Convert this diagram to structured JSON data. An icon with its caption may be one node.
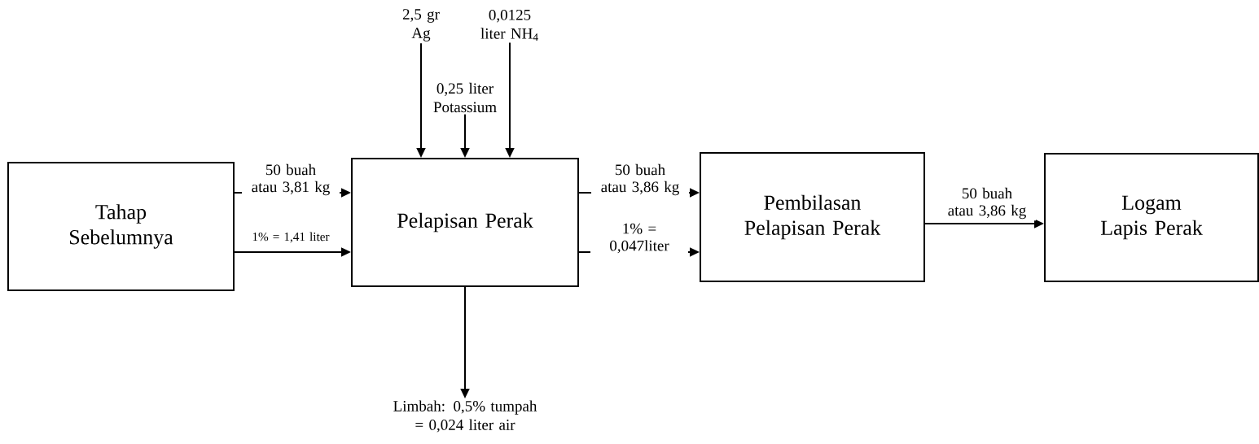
{
  "diagram": {
    "nodes": [
      {
        "text": [
          "Tahap Sebelumnya"
        ]
      },
      {
        "text": [
          "Pelapisan Perak"
        ]
      },
      {
        "text": [
          "Pembilasan Pelapisan Perak"
        ]
      },
      {
        "text": [
          "Logam Lapis Perak"
        ]
      },
      {
        "text": [
          "2,5 gr Ag"
        ]
      },
      {
        "text": [
          "0,25 liter Potassium"
        ]
      },
      {
        "text": [
          "0,0125 liter NH$_{4}$"
        ]
      },
      {
        "text": [
          "Limbah: 0,5% tumpah = 0,024 liter air"
        ]
      }
    ],
    "edges": [
      {
        "from": 0,
        "to": 1,
        "arrow": "to",
        "label": "50 buah atau 3,81 kg"
      },
      {
        "from": 0,
        "to": 1,
        "arrow": "to",
        "label": "1% = 1,41 liter"
      },
      {
        "from": 4,
        "to": 1,
        "arrow": "to"
      },
      {
        "from": 5,
        "to": 1,
        "arrow": "to"
      },
      {
        "from": 6,
        "to": 1,
        "arrow": "to"
      },
      {
        "from": 1,
        "to": 2,
        "arrow": "to",
        "label": "50 buah atau 3,86 kg"
      },
      {
        "from": 1,
        "to": 2,
        "arrow": "to",
        "label": "1% = 0,047liter"
      },
      {
        "from": 1,
        "to": 7,
        "arrow": "to"
      },
      {
        "from": 2,
        "to": 3,
        "arrow": "to",
        "label": "50 buah atau 3,86 kg"
      }
    ]
  }
}
